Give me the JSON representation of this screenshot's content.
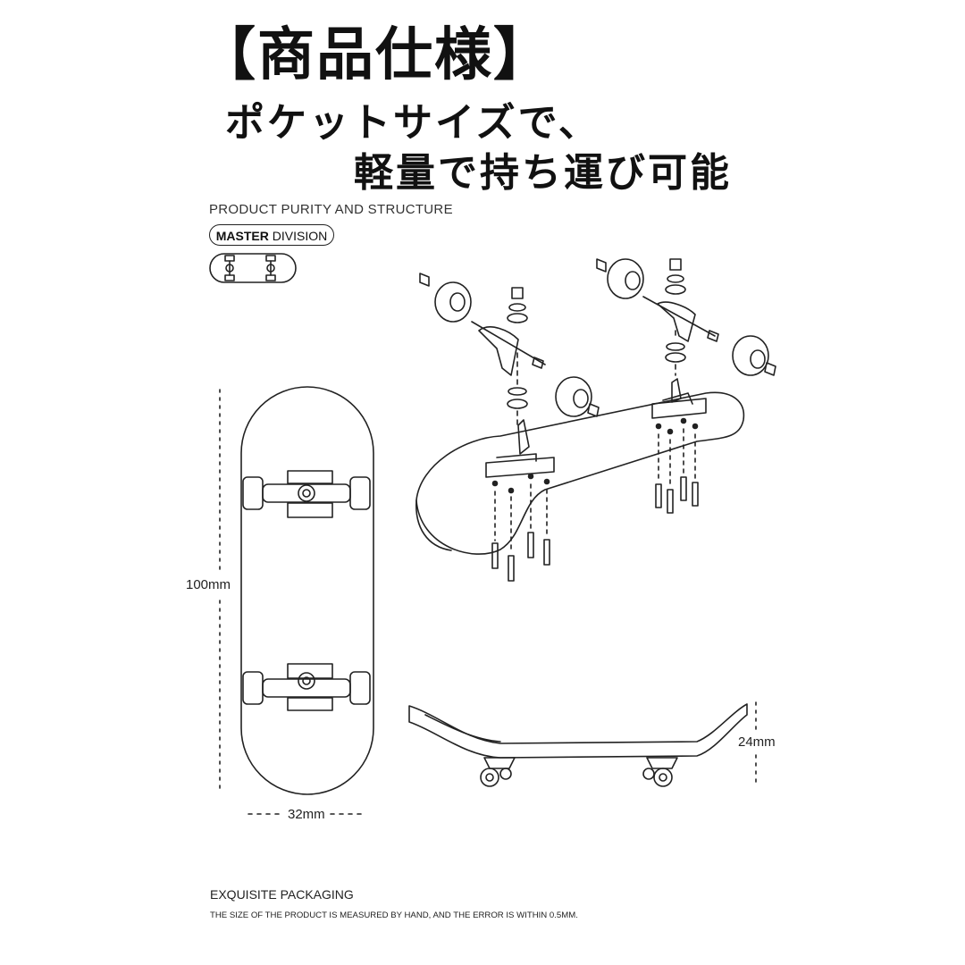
{
  "heading": {
    "title": "【商品仕様】",
    "tagline_1": "ポケットサイズで、",
    "tagline_2": "軽量で持ち運び可能"
  },
  "subtitle": "PRODUCT PURITY AND STRUCTURE",
  "brand": {
    "bold": "MASTER",
    "light": "DIVISION"
  },
  "dimensions": {
    "length": "100mm",
    "width": "32mm",
    "height": "24mm"
  },
  "footer": {
    "title": "EXQUISITE PACKAGING",
    "note": "THE SIZE OF THE PRODUCT IS MEASURED BY HAND, AND THE ERROR IS WITHIN 0.5MM."
  },
  "colors": {
    "line": "#222222",
    "background": "#ffffff"
  }
}
